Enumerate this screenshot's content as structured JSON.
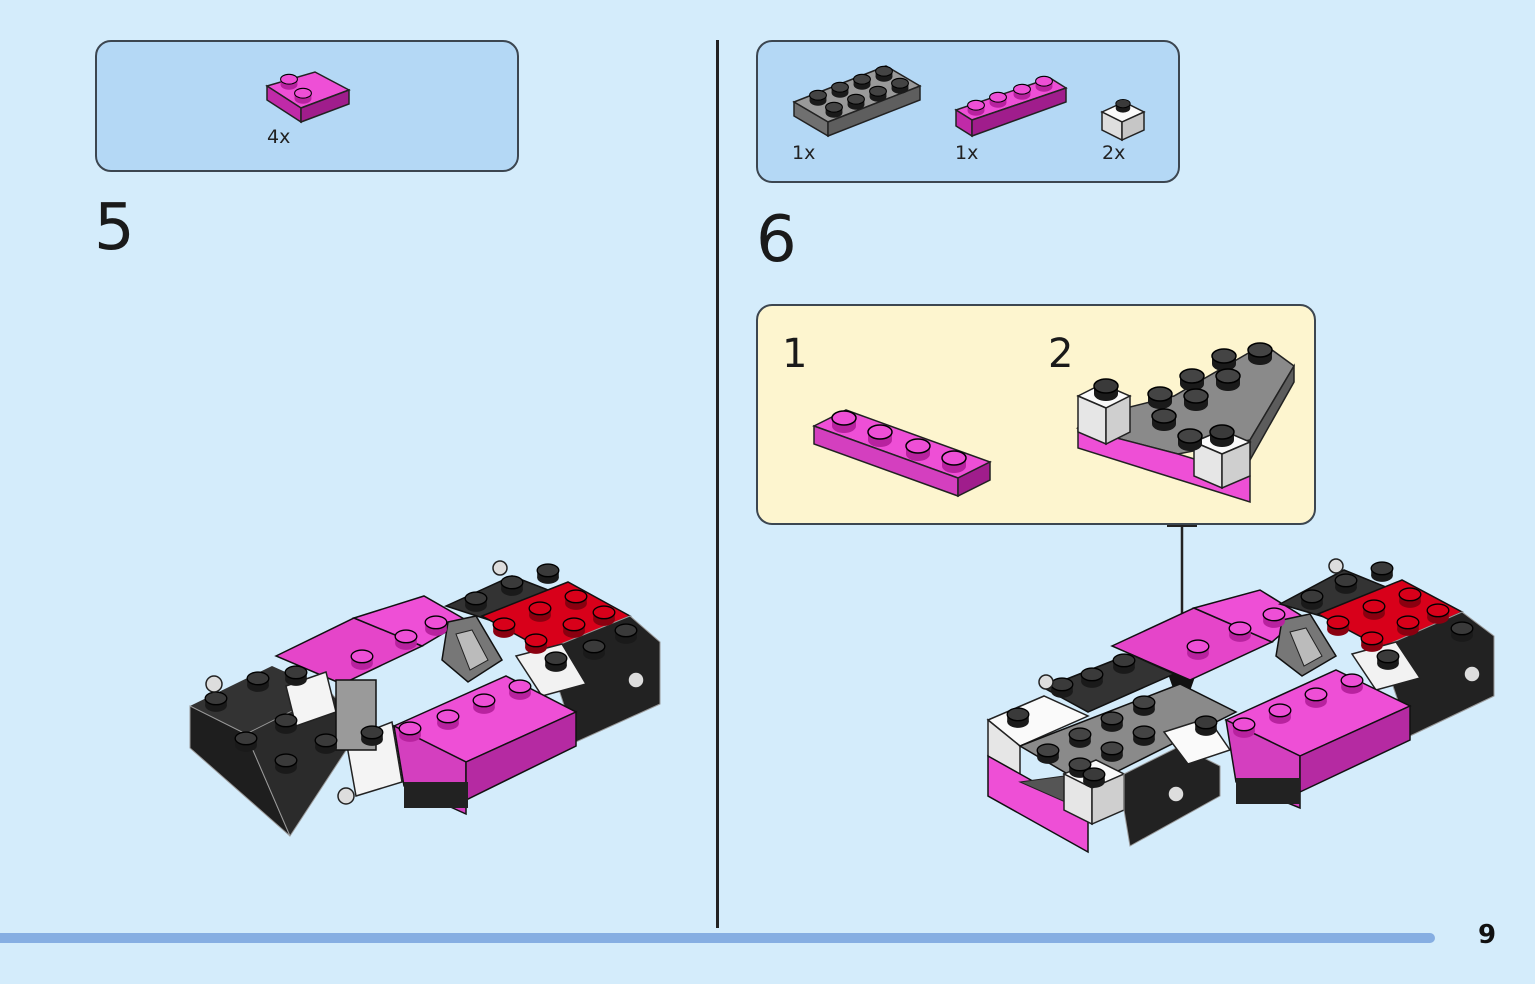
{
  "page": {
    "number": "9"
  },
  "colors": {
    "background": "#d4ecfb",
    "parts_box": "#b4d8f5",
    "substep_box": "#fdf5cf",
    "pink": "#ee4fd6",
    "black": "#2a2a2a",
    "grey": "#8e8e8e",
    "white": "#f4f4f4",
    "red": "#d8001a",
    "progress_bar": "#86aee2"
  },
  "steps": [
    {
      "number": "5",
      "parts": [
        {
          "qty": "4x",
          "icon": "pink-plate-2x2-corner-icon"
        }
      ]
    },
    {
      "number": "6",
      "parts": [
        {
          "qty": "1x",
          "icon": "grey-plate-2x4-icon"
        },
        {
          "qty": "1x",
          "icon": "pink-plate-1x4-icon"
        },
        {
          "qty": "2x",
          "icon": "white-brick-1x1-icon"
        }
      ],
      "substeps": [
        {
          "number": "1",
          "icon": "pink-plate-1x4-icon"
        },
        {
          "number": "2",
          "icon": "grey-plate-assembly-icon"
        }
      ]
    }
  ]
}
